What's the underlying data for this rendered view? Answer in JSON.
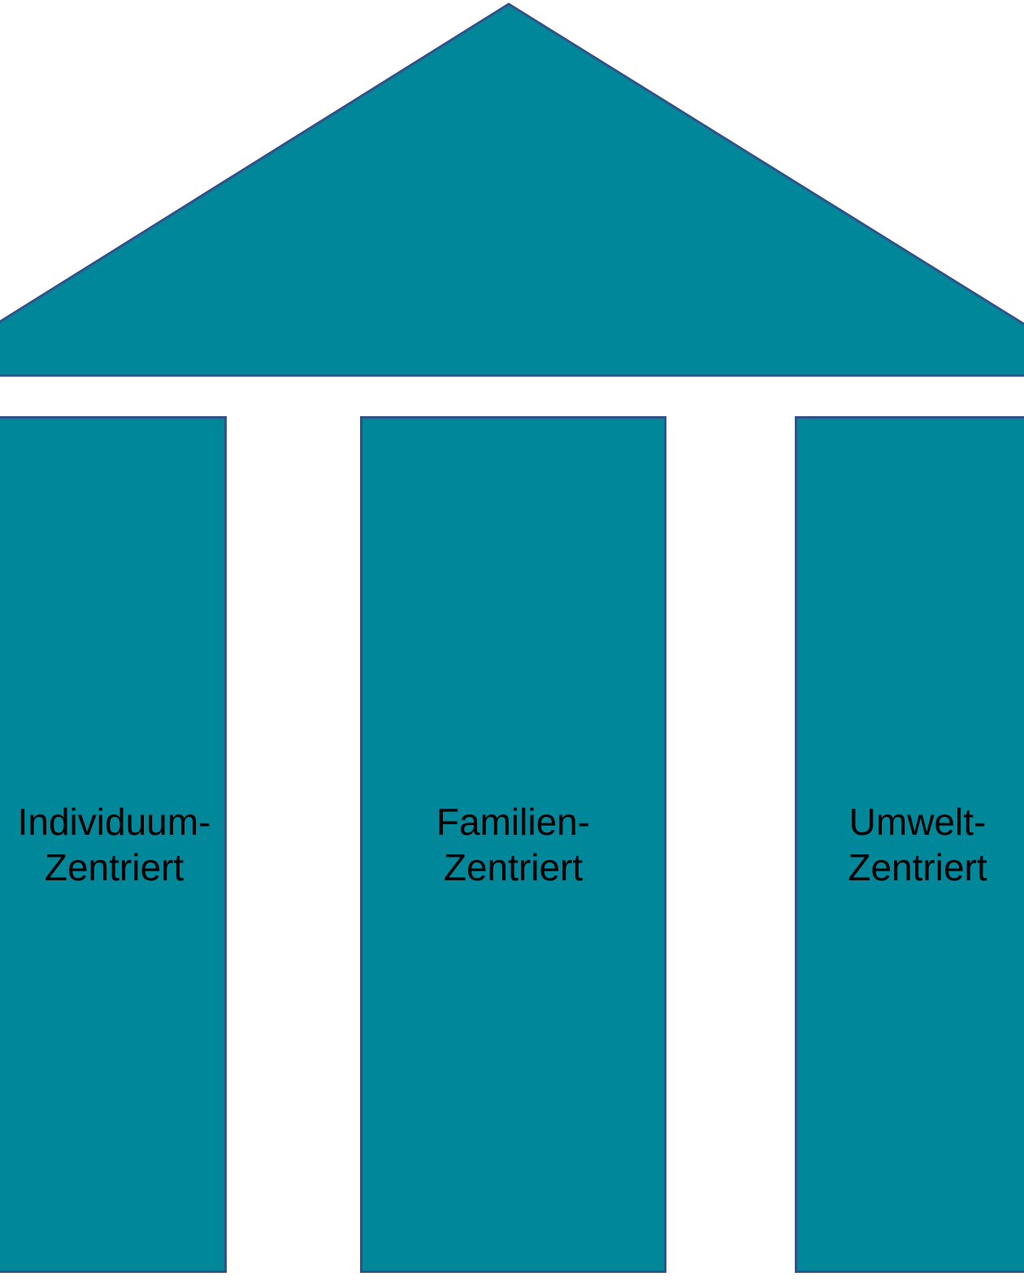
{
  "colors": {
    "fill": "#00889a",
    "stroke": "#2e5289",
    "background": "#ffffff",
    "text": "#000000"
  },
  "pillars": [
    {
      "label": "Individuum-\nZentriert"
    },
    {
      "label": "Familien-\nZentriert"
    },
    {
      "label": "Umwelt-\nZentriert"
    }
  ]
}
